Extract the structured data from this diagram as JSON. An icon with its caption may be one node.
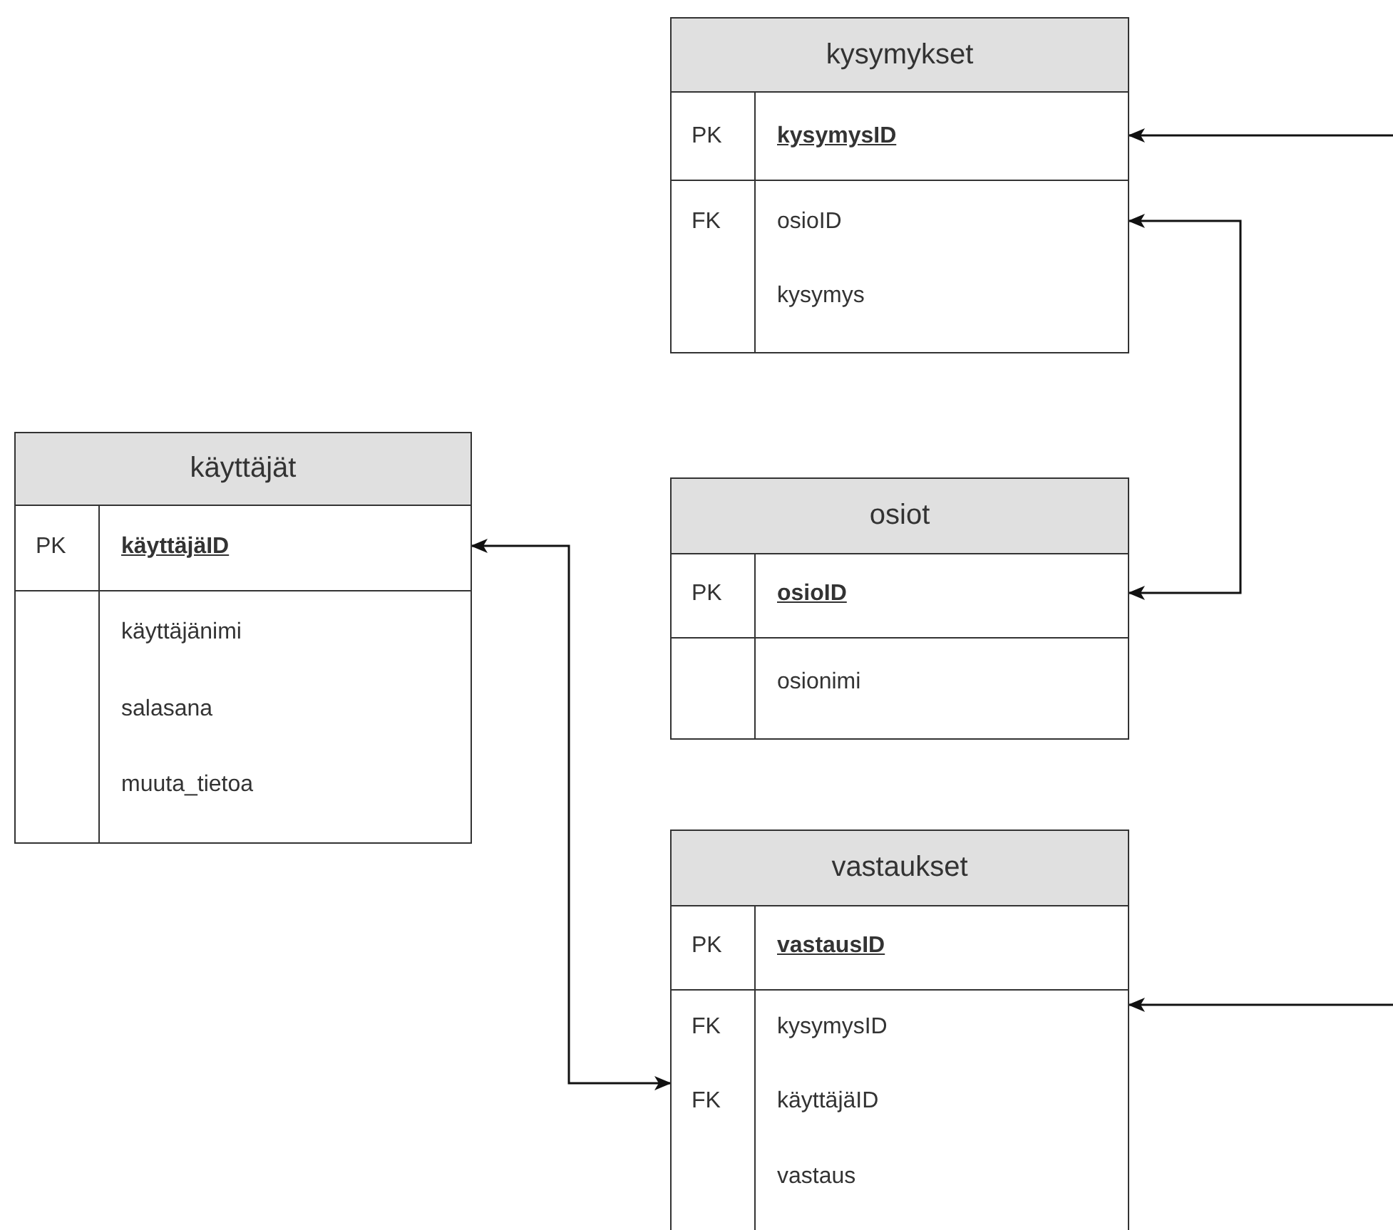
{
  "diagram": {
    "nodes": [
      {
        "text": [
          "kysymykset",
          "PK",
          "kysymysID",
          "FK",
          "osioID",
          "kysymys"
        ]
      },
      {
        "text": [
          "käyttäjät",
          "PK",
          "käyttäjäID",
          "käyttäjänimi",
          "salasana",
          "muuta_tietoa"
        ]
      },
      {
        "text": [
          "osiot",
          "PK",
          "osioID",
          "osionimi"
        ]
      },
      {
        "text": [
          "vastaukset",
          "PK",
          "vastausID",
          "FK",
          "kysymysID",
          "FK",
          "käyttäjäID",
          "vastaus"
        ]
      }
    ],
    "edges": [
      {
        "from": null,
        "to": 0,
        "arrow": "to"
      },
      {
        "from": 2,
        "to": 0,
        "arrow": "both"
      },
      {
        "from": 1,
        "to": 3,
        "arrow": "both"
      },
      {
        "from": null,
        "to": 3,
        "arrow": "to"
      }
    ]
  }
}
